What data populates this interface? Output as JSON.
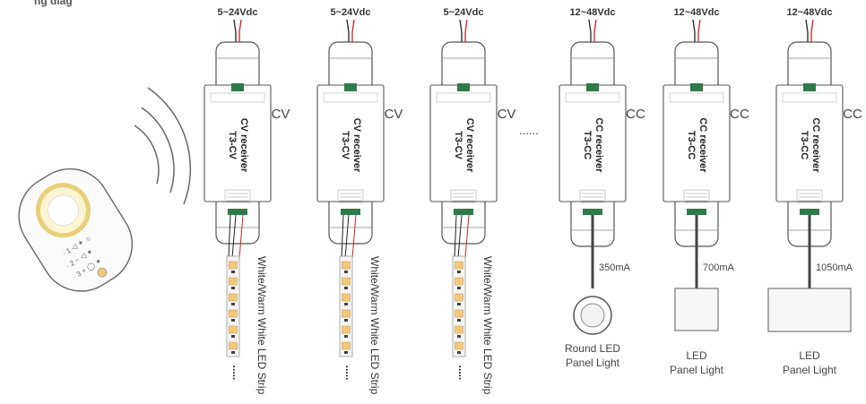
{
  "title": "ng diag",
  "receivers": [
    {
      "voltage": "5~24Vdc",
      "name_line1": "CV receiver",
      "name_line2": "T3-CV",
      "side_label": "CV",
      "type": "cv"
    },
    {
      "voltage": "5~24Vdc",
      "name_line1": "CV receiver",
      "name_line2": "T3-CV",
      "side_label": "CV",
      "type": "cv"
    },
    {
      "voltage": "5~24Vdc",
      "name_line1": "CV receiver",
      "name_line2": "T3-CV",
      "side_label": "CV",
      "type": "cv"
    },
    {
      "voltage": "12~48Vdc",
      "name_line1": "CC receiver",
      "name_line2": "T3-CC",
      "side_label": "CC",
      "type": "cc",
      "current": "350mA",
      "load_line1": "Round LED",
      "load_line2": "Panel Light",
      "load_shape": "round"
    },
    {
      "voltage": "12~48Vdc",
      "name_line1": "CC receiver",
      "name_line2": "T3-CC",
      "side_label": "CC",
      "type": "cc",
      "current": "700mA",
      "load_line1": "LED",
      "load_line2": "Panel Light",
      "load_shape": "square"
    },
    {
      "voltage": "12~48Vdc",
      "name_line1": "CC receiver",
      "name_line2": "T3-CC",
      "side_label": "CC",
      "type": "cc",
      "current": "1050mA",
      "load_line1": "LED",
      "load_line2": "Panel Light",
      "load_shape": "wide"
    }
  ],
  "strip_label": "White/Warm White LED Strip",
  "ellipsis": "......",
  "colors": {
    "line": "#555555",
    "wire_red": "#d62020",
    "terminal": "#2f7a4a",
    "led_warm": "#f2c87a",
    "remote_glow": "#f6e7a8"
  }
}
